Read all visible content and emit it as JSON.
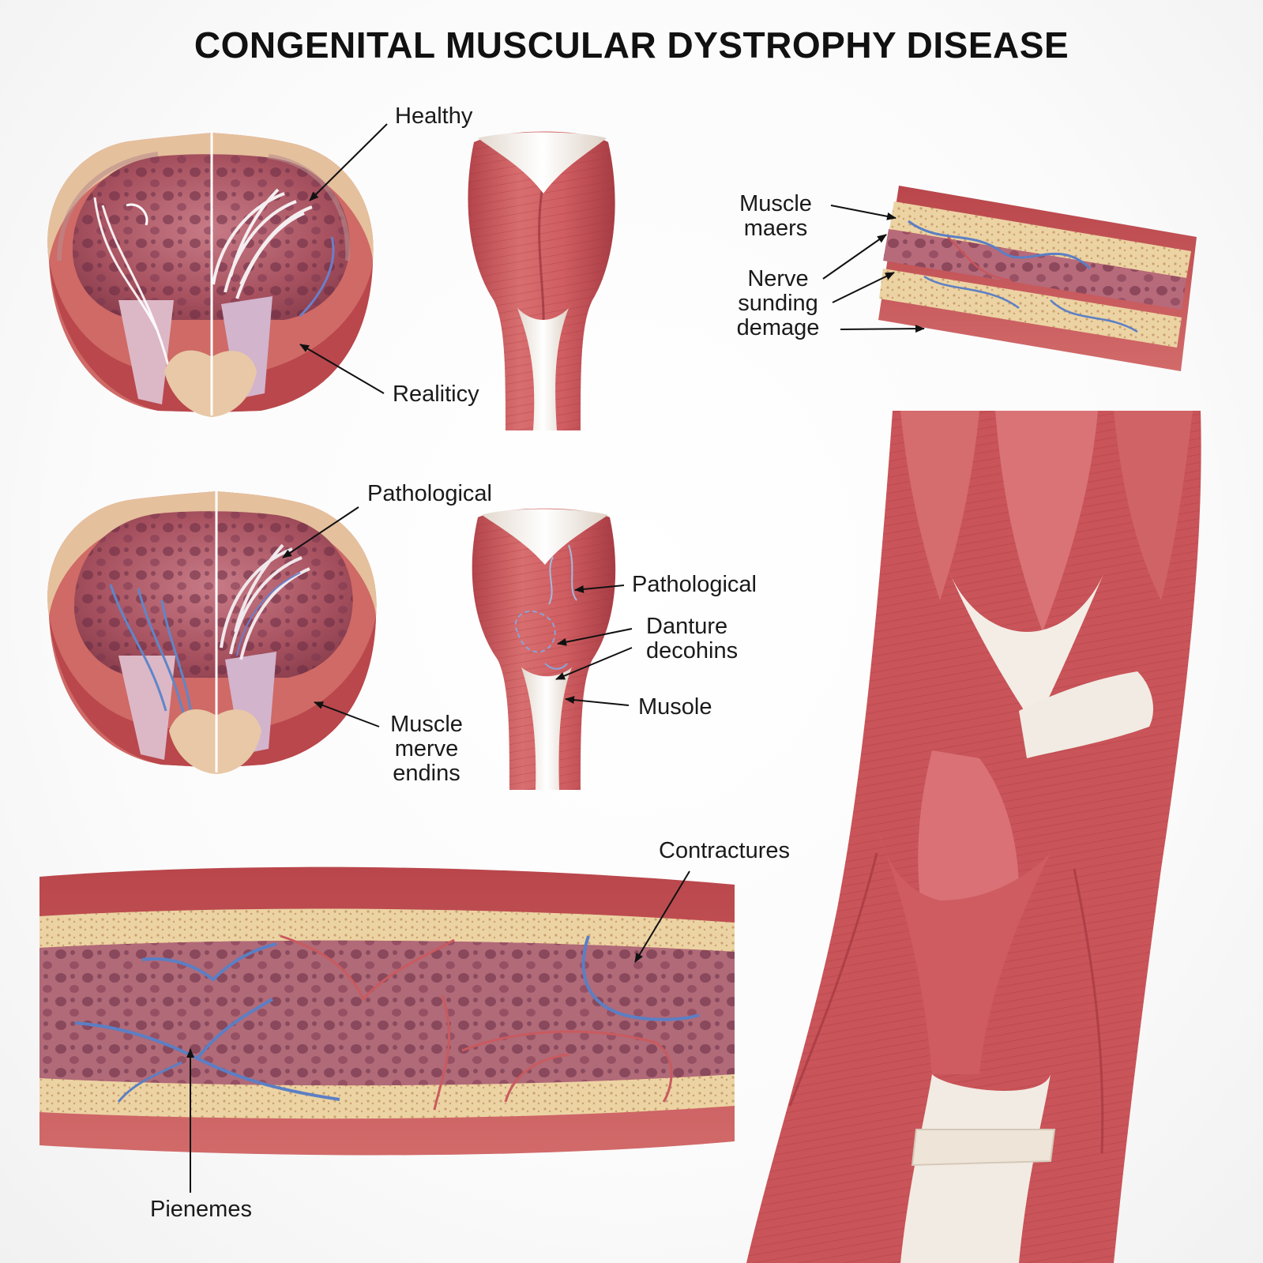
{
  "title": "CONGENITAL MUSCULAR DYSTROPHY DISEASE",
  "labels": {
    "healthy": "Healthy",
    "reality": "Realiticy",
    "pathological_top": "Pathological",
    "muscle_nerve_endins": [
      "Muscle",
      "merve",
      "endins"
    ],
    "pathological_right": "Pathological",
    "danture_decohins": [
      "Danture",
      "decohins"
    ],
    "musole": "Musole",
    "muscle_maers": [
      "Muscle",
      "maers"
    ],
    "nerve_sunding_demage": [
      "Nerve",
      "sunding",
      "demage"
    ],
    "contractures": "Contractures",
    "pienemes": "Pienemes"
  },
  "colors": {
    "muscle": "#c9555a",
    "muscle_light": "#e7a09c",
    "tendon": "#f2ece4",
    "fat": "#e9cf9f",
    "tissue": "#a8525e",
    "nerve": "#5b7fc4"
  }
}
